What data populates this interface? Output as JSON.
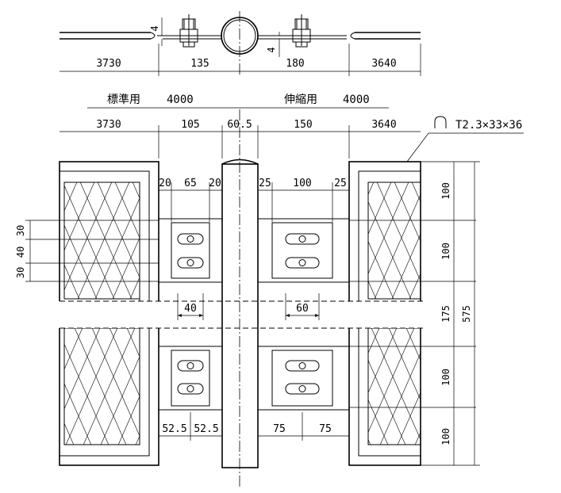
{
  "top_view": {
    "dims": [
      "3730",
      "135",
      "180",
      "3640"
    ],
    "thickness_left": "4",
    "thickness_right": "4"
  },
  "span_header": {
    "standard_label": "標準用",
    "standard_value": "4000",
    "expansion_label": "伸縮用",
    "expansion_value": "4000"
  },
  "plan_dims": [
    "3730",
    "105",
    "60.5",
    "150",
    "3640"
  ],
  "material_spec": "T2.3×33×36",
  "left_plate": {
    "widths": [
      "20",
      "65",
      "20"
    ],
    "hole_pitch": [
      "30",
      "40",
      "30"
    ],
    "slot_dim": "40",
    "bottom": [
      "52.5",
      "52.5"
    ]
  },
  "right_plate": {
    "widths": [
      "25",
      "100",
      "25"
    ],
    "slot_dim": "60",
    "bottom": [
      "75",
      "75"
    ]
  },
  "vertical_dims": [
    "100",
    "100",
    "175",
    "100",
    "100"
  ],
  "total_height": "575"
}
